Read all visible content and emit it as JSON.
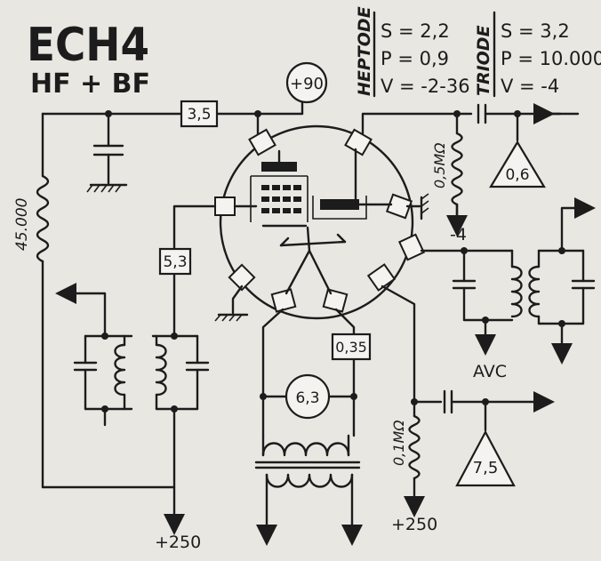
{
  "title": "ECH4",
  "subtitle": "HF + BF",
  "heptode": {
    "label": "HEPTODE",
    "s": "S = 2,2",
    "p": "P = 0,9",
    "v": "V = -2-36"
  },
  "triode": {
    "label": "TRIODE",
    "s": "S = 3,2",
    "p": "P = 10.000",
    "v": "V = -4"
  },
  "values": {
    "supply_top": "+90",
    "r_top": "3,5",
    "r_left_vertical": "45.000",
    "r_grid_left": "5,3",
    "r_grid_resistor": "0,5MΩ",
    "grid_bias": "-4",
    "input_triangle": "0,6",
    "avc": "AVC",
    "r_cathode": "0,35",
    "heater": "6,3",
    "r_plate": "0,1MΩ",
    "output_triangle": "7,5",
    "supply_bottom_left": "+250",
    "supply_bottom_right": "+250"
  }
}
